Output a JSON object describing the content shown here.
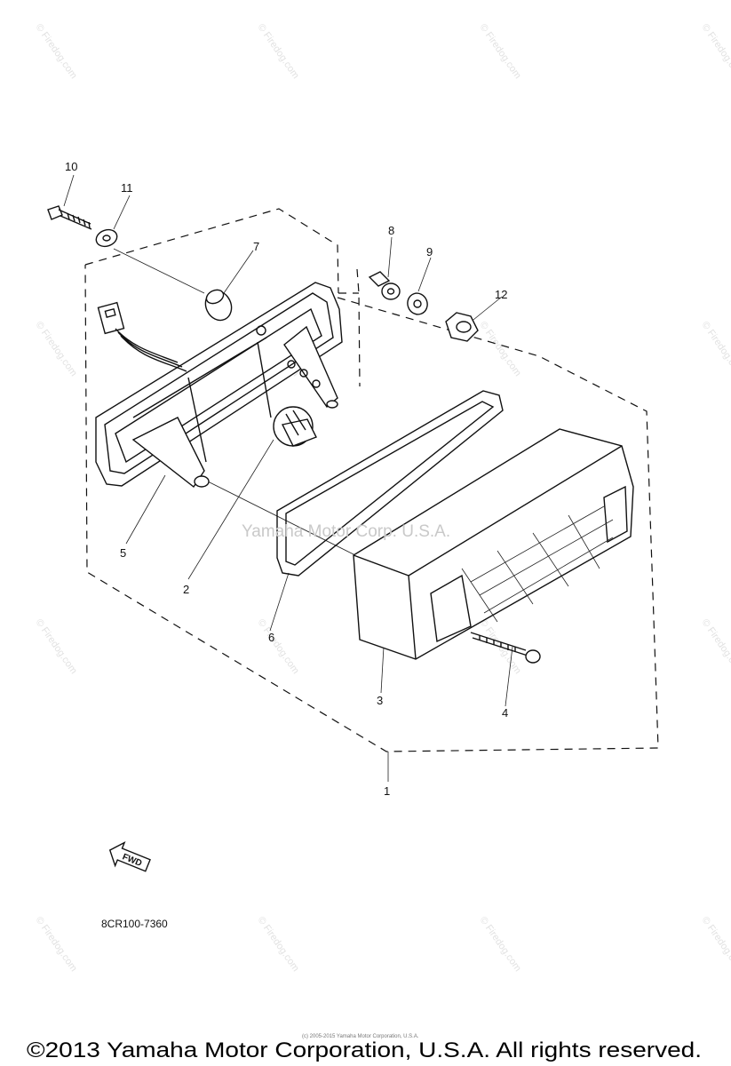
{
  "diagram": {
    "callouts": [
      "1",
      "2",
      "3",
      "4",
      "5",
      "6",
      "7",
      "8",
      "9",
      "10",
      "11",
      "12"
    ],
    "part_code": "8CR100-7360",
    "fwd_label": "FWD",
    "center_watermark": "Yamaha Motor Corp. U.S.A.",
    "tiny_copyright": "(c) 2005-2015 Yamaha Motor Corporation, U.S.A.",
    "watermark_text": "© Firedog.com"
  },
  "footer": {
    "text": "©2013 Yamaha Motor Corporation, U.S.A. All rights reserved."
  }
}
